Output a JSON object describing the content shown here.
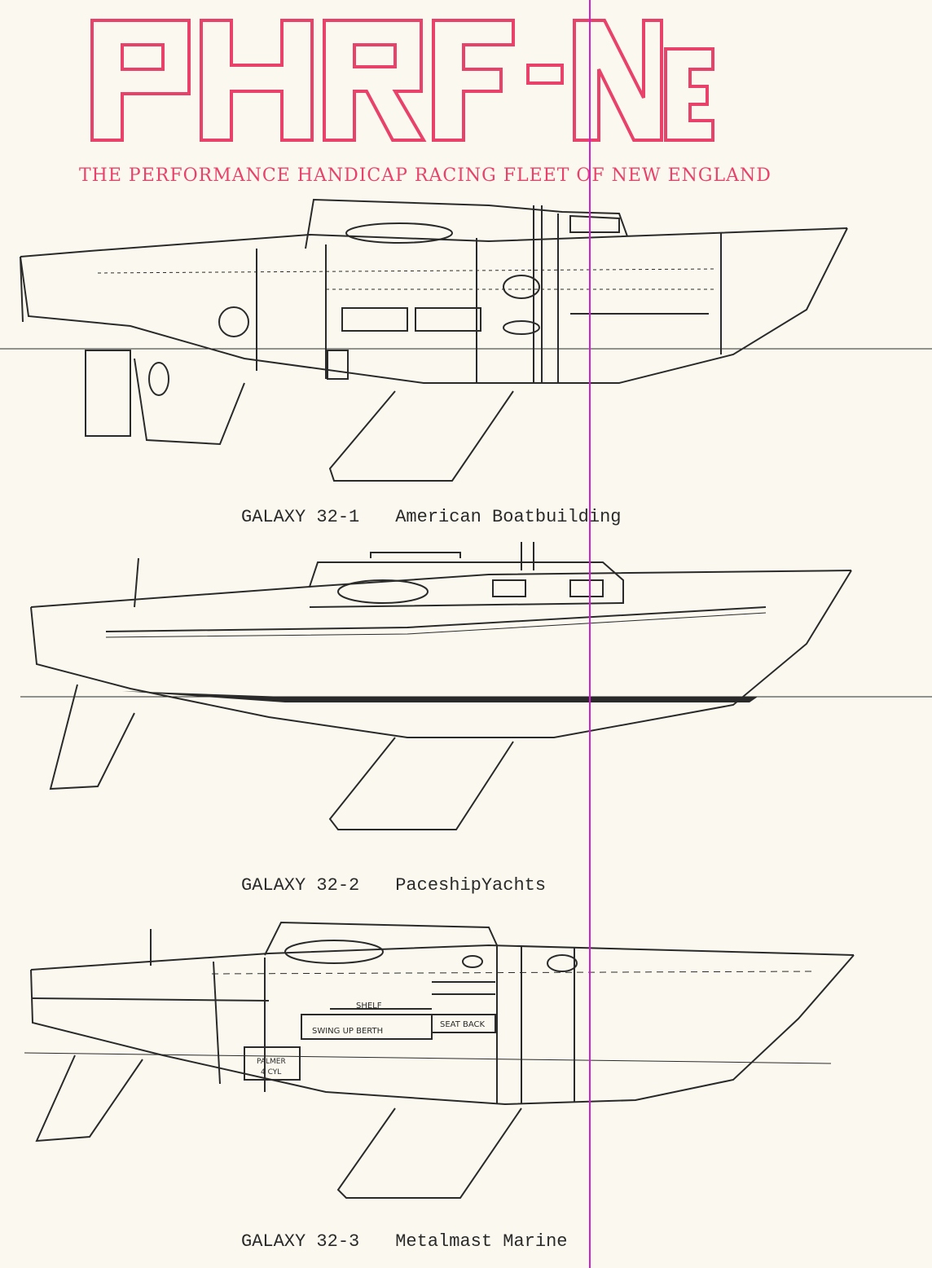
{
  "header": {
    "logo_text": "PHRF-NE",
    "tagline": "THE PERFORMANCE HANDICAP RACING FLEET OF NEW ENGLAND",
    "color": "#e8426a"
  },
  "boats": [
    {
      "model": "GALAXY 32-1",
      "builder": "American Boatbuilding"
    },
    {
      "model": "GALAXY 32-2",
      "builder": "PaceshipYachts"
    },
    {
      "model": "GALAXY 32-3",
      "builder": "Metalmast Marine"
    }
  ],
  "boat3_labels": {
    "shelf": "SHELF",
    "berth": "SWING UP BERTH",
    "seat": "SEAT BACK",
    "engine_1": "PALMER",
    "engine_2": "4 CYL"
  },
  "colors": {
    "ink": "#2a2a2a",
    "paper": "#fbf9ef",
    "scan_line": "#d11fd1"
  }
}
